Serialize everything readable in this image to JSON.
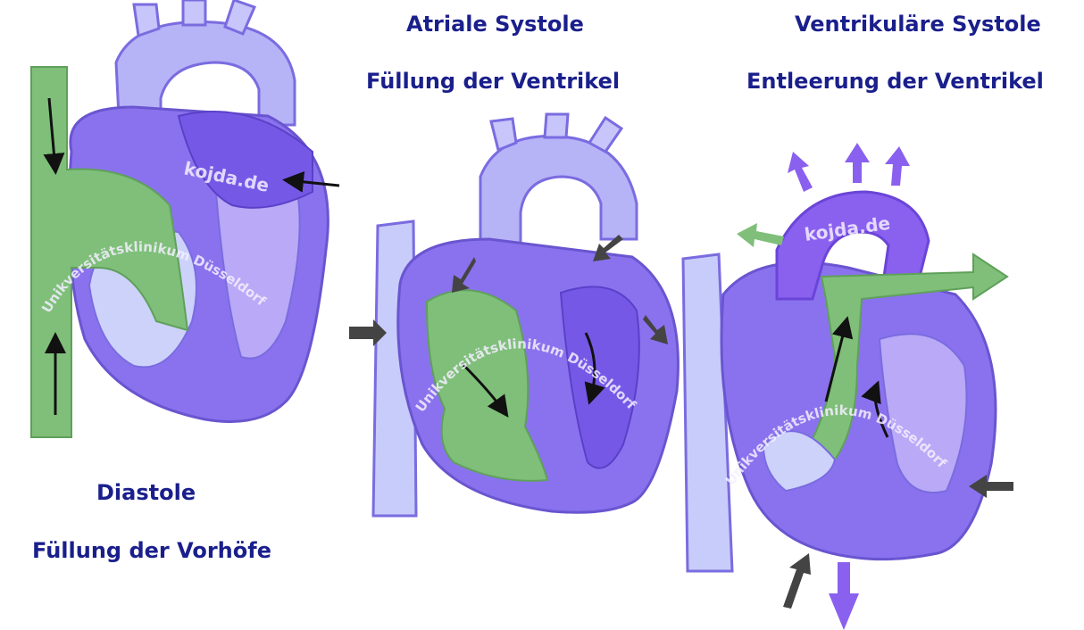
{
  "captions": {
    "diastole_title": "Diastole",
    "diastole_subtitle": "Füllung der Vorhöfe",
    "atrial_title": "Atriale Systole",
    "atrial_subtitle": "Füllung der Ventrikel",
    "ventricular_title": "Ventrikuläre Systole",
    "ventricular_subtitle": "Entleerung der Ventrikel"
  },
  "watermarks": {
    "site": "kojda.de",
    "clinic": "Unikversitätsklinikum Düsseldorf"
  },
  "colors": {
    "caption": "#1a1f8c",
    "heart_tissue": "#8a72ee",
    "heart_light": "#cdd2fb",
    "blood_green": "#7fbf7a",
    "arrow_dark": "#444444"
  }
}
